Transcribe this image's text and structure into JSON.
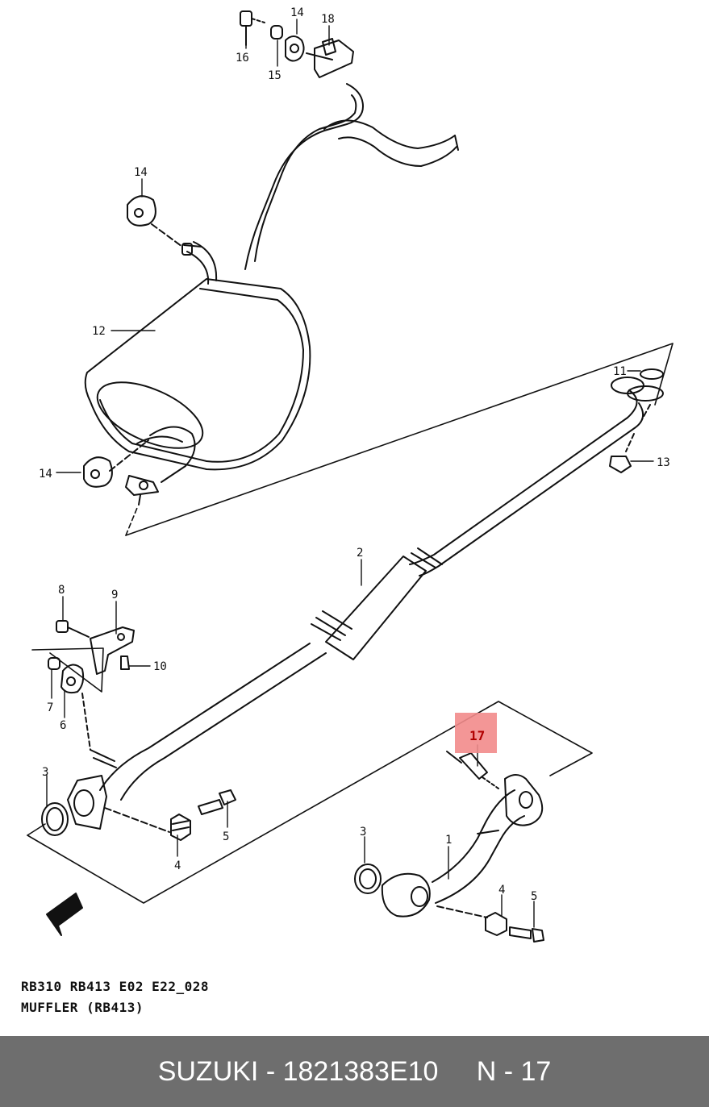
{
  "diagram": {
    "callouts": [
      {
        "id": "c16",
        "label": "16"
      },
      {
        "id": "c14a",
        "label": "14"
      },
      {
        "id": "c18",
        "label": "18"
      },
      {
        "id": "c15",
        "label": "15"
      },
      {
        "id": "c14b",
        "label": "14"
      },
      {
        "id": "c12",
        "label": "12"
      },
      {
        "id": "c14c",
        "label": "14"
      },
      {
        "id": "c11",
        "label": "11"
      },
      {
        "id": "c13",
        "label": "13"
      },
      {
        "id": "c2",
        "label": "2"
      },
      {
        "id": "c8",
        "label": "8"
      },
      {
        "id": "c9",
        "label": "9"
      },
      {
        "id": "c10",
        "label": "10"
      },
      {
        "id": "c7",
        "label": "7"
      },
      {
        "id": "c6",
        "label": "6"
      },
      {
        "id": "c3a",
        "label": "3"
      },
      {
        "id": "c4a",
        "label": "4"
      },
      {
        "id": "c5a",
        "label": "5"
      },
      {
        "id": "c3b",
        "label": "3"
      },
      {
        "id": "c1",
        "label": "1"
      },
      {
        "id": "c4b",
        "label": "4"
      },
      {
        "id": "c5b",
        "label": "5"
      }
    ],
    "highlighted_callout": "17",
    "highlight_color": "#f28b8b"
  },
  "caption": {
    "line1": "RB310 RB413 E02 E22_028",
    "line2": "MUFFLER (RB413)"
  },
  "footer": {
    "text": "SUZUKI - 1821383E10     N - 17",
    "background": "#6e6e6e"
  }
}
